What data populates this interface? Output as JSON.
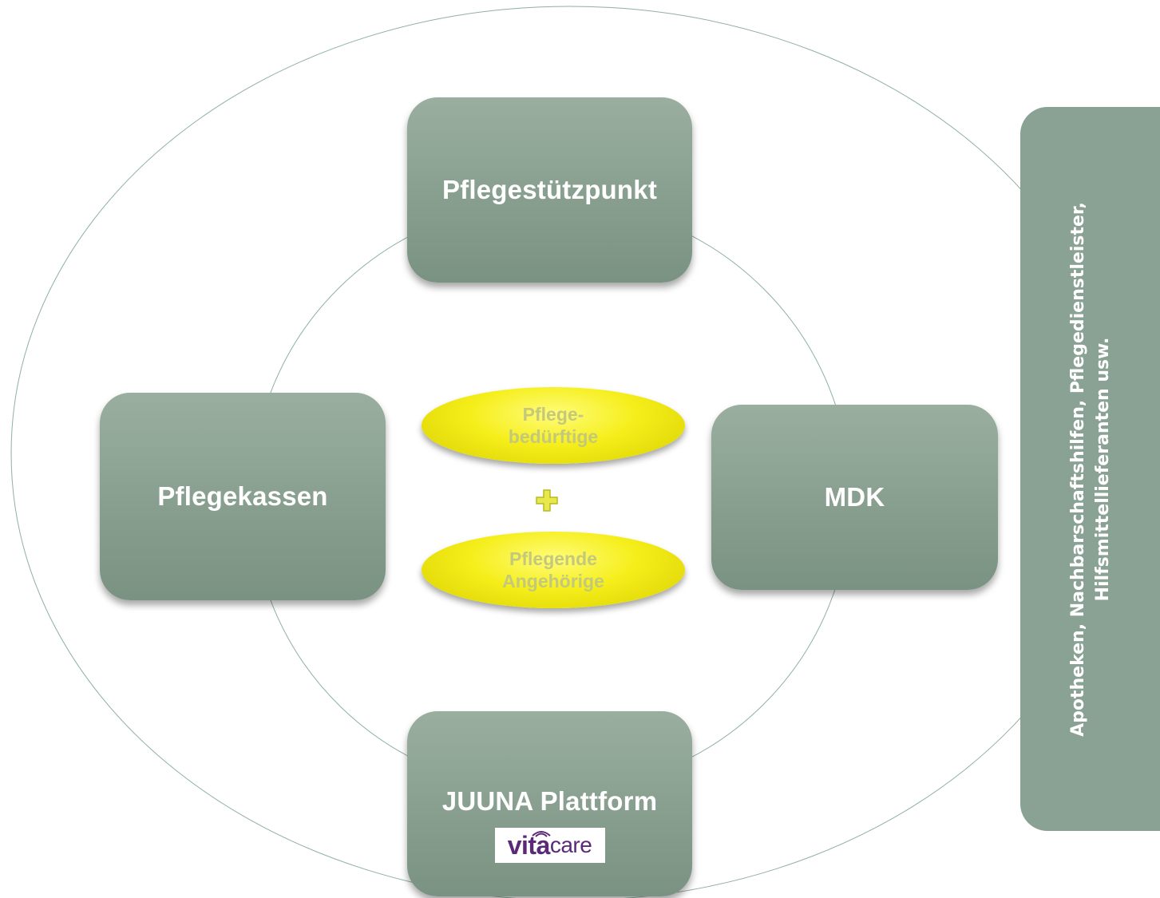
{
  "diagram": {
    "boxes": {
      "top": "Pflegestützpunkt",
      "left": "Pflegekassen",
      "right": "MDK",
      "bottom": "JUUNA Plattform"
    },
    "logo": {
      "part1": "vita",
      "part2": "care"
    },
    "center": {
      "upper": "Pflege-\nbedürftige",
      "lower": "Pflegende\nAngehörige",
      "connector": "plus-icon"
    },
    "side_panel": {
      "line1": "Apotheken, Nachbarschaftshilfen, Pflegedienstleister,",
      "line2": "Hilfsmittellieferanten usw."
    },
    "colors": {
      "box_fill": "#8aa293",
      "box_text": "#ffffff",
      "ellipse_fill": "#f5ee1a",
      "ellipse_text": "#c4c87a",
      "plus": "#c8c832",
      "logo": "#5a2a78",
      "outline": "#8fb0a3"
    }
  }
}
